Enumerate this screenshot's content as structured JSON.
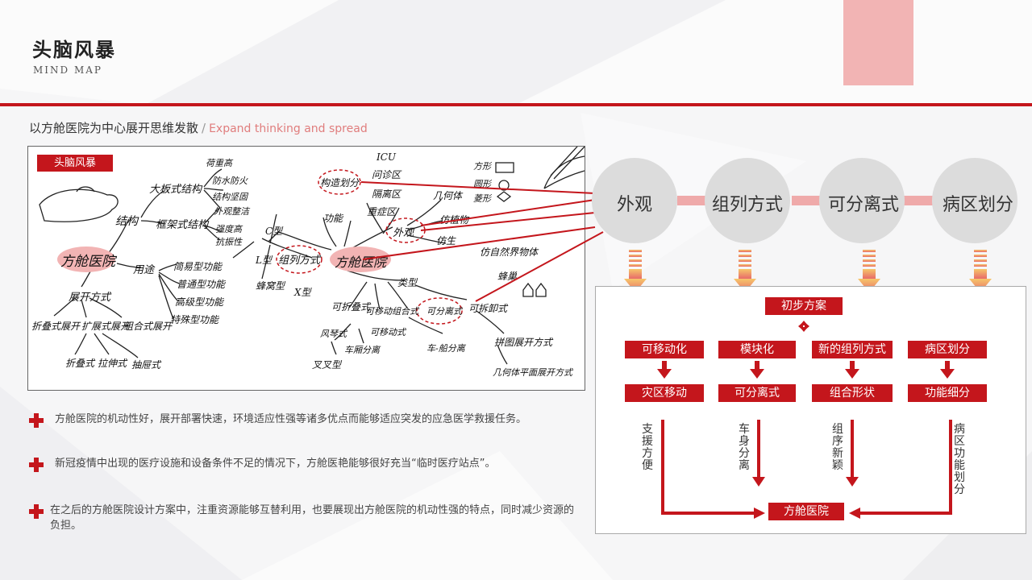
{
  "header": {
    "title": "头脑风暴",
    "subtitle": "MIND MAP"
  },
  "section": {
    "heading": "以方舱医院为中心展开思维发散",
    "separator": "/",
    "heading_en": "Expand thinking and spread"
  },
  "sketch": {
    "tag": "头脑风暴",
    "left_center": "方舱医院",
    "left_nodes": [
      "结构",
      "大板式结构",
      "框架式结构",
      "用途",
      "展开方式",
      "简易型功能",
      "普通型功能",
      "高级型功能",
      "特殊型功能",
      "折叠式展开",
      "扩展式展开",
      "组合式展开",
      "折叠式",
      "拉伸式",
      "抽屉式"
    ],
    "left_small": [
      "荷重高",
      "防水防火",
      "结构坚固",
      "外观整洁",
      "强度高",
      "抗振性"
    ],
    "mid_center": "方舱医院",
    "mid_nodes": [
      "组列方式",
      "C型",
      "L型",
      "蜂窝型",
      "X型",
      "功能",
      "构造划分",
      "ICU",
      "问诊区",
      "隔离区",
      "重症区",
      "外观",
      "几何体",
      "仿植物",
      "仿生",
      "仿自然界物体",
      "蜂巢",
      "类型",
      "可折叠式",
      "可移动组合式",
      "可分离式",
      "可拆卸式",
      "可移动式",
      "风琴式",
      "叉叉型",
      "车厢分离",
      "车-船分离",
      "拼图展开方式",
      "几何体平面展开方式"
    ],
    "mid_small": [
      "方形",
      "圆形",
      "菱形"
    ]
  },
  "bullets": [
    "方舱医院的机动性好，展开部署快速，环境适应性强等诸多优点而能够适应突发的应急医学救援任务。",
    "新冠疫情中出现的医疗设施和设备条件不足的情况下，方舱医艳能够很好充当“临时医疗站点”。",
    "在之后的方舱医院设计方案中，注重资源能够互替利用，也要展现出方舱医院的机动性强的特点，同时减少资源的负担。"
  ],
  "circles": [
    "外观",
    "组列方式",
    "可分离式",
    "病区划分"
  ],
  "flow": {
    "top": "初步方案",
    "row1": [
      "可移动化",
      "模块化",
      "新的组列方式",
      "病区划分"
    ],
    "row2": [
      "灾区移动",
      "可分离式",
      "组合形状",
      "功能细分"
    ],
    "vertical": [
      "支援方便",
      "车身分离",
      "组序新颖",
      "病区功能划分"
    ],
    "bottom": "方舱医院"
  },
  "colors": {
    "accent": "#c4161c",
    "pink": "#f2b4b4",
    "circle": "#dcdcdc"
  }
}
